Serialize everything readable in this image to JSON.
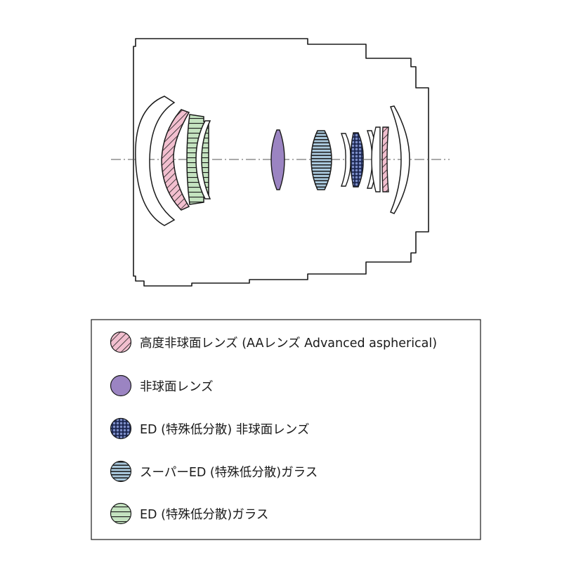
{
  "colors": {
    "outline": "#1a1a1a",
    "aa_pink": "#f2bfcf",
    "aspherical_purple": "#9b84c2",
    "ed_aspherical_blue": "#7e8fc9",
    "super_ed_blue": "#a9c8dc",
    "ed_green": "#c4e3c0",
    "lens_white": "#ffffff"
  },
  "lens_types": {
    "aa_lens": "AA-lens",
    "aspherical_lens": "aspherical-lens",
    "ed_aspherical_lens": "ed-aspherical-lens",
    "super_ed_glass": "super-ed-glass",
    "ed_glass": "ed-glass",
    "plain_lens": "plain-lens"
  },
  "legend": {
    "items": [
      {
        "label": "高度非球面レンズ (AAレンズ Advanced aspherical)",
        "pattern": "pink-diagonal-stripes"
      },
      {
        "label": "非球面レンズ",
        "pattern": "solid-purple"
      },
      {
        "label": "ED (特殊低分散) 非球面レンズ",
        "pattern": "blue-dots"
      },
      {
        "label": "スーパーED (特殊低分散)ガラス",
        "pattern": "blue-horizontal-stripes"
      },
      {
        "label": "ED (特殊低分散)ガラス",
        "pattern": "green-horizontal-stripes"
      }
    ]
  }
}
